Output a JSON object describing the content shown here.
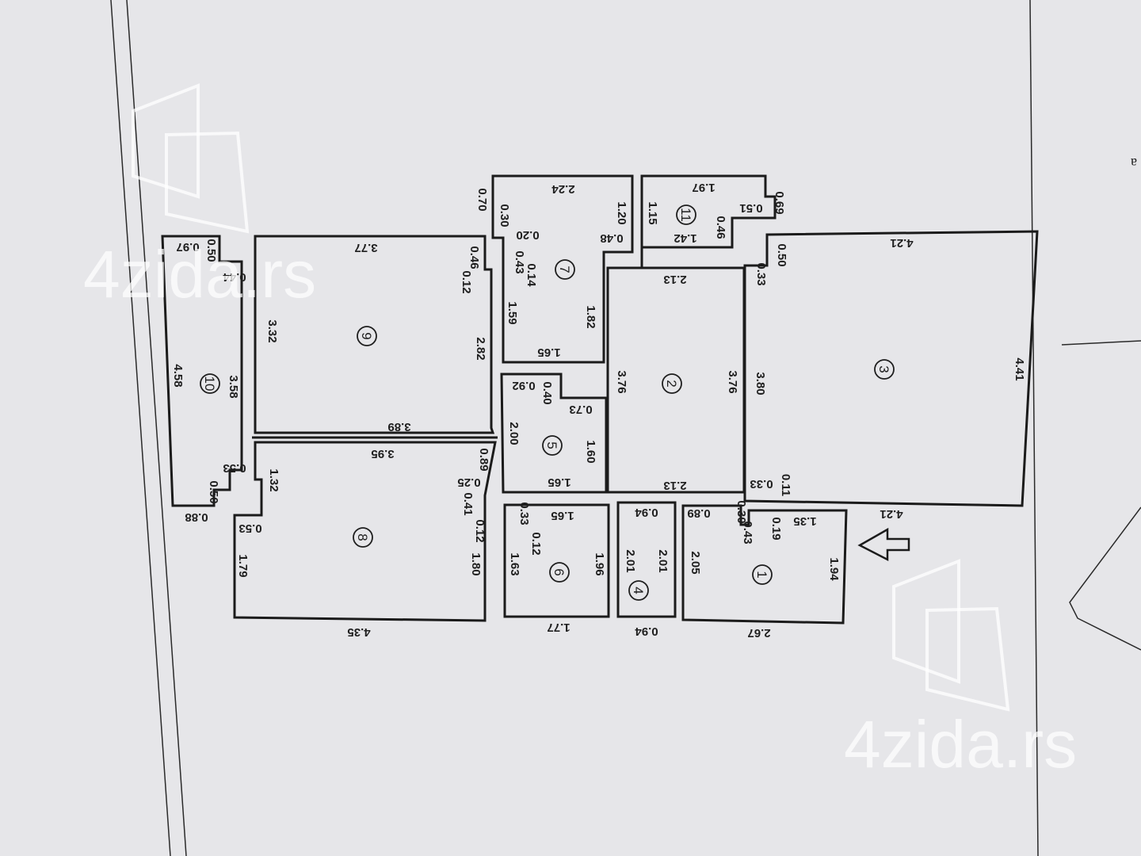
{
  "plan": {
    "rooms": [
      {
        "number": "1"
      },
      {
        "number": "2"
      },
      {
        "number": "3"
      },
      {
        "number": "4"
      },
      {
        "number": "5"
      },
      {
        "number": "6"
      },
      {
        "number": "7"
      },
      {
        "number": "8"
      },
      {
        "number": "9"
      },
      {
        "number": "10"
      },
      {
        "number": "11"
      }
    ],
    "dimensions": {
      "r1": [
        "2.67",
        "1.94",
        "1.35",
        "0.19",
        "0.43",
        "0.30",
        "0.89",
        "2.05"
      ],
      "r2": [
        "2.13",
        "2.13",
        "3.76",
        "3.76"
      ],
      "r3": [
        "4.21",
        "4.21",
        "4.41",
        "3.80",
        "0.50",
        "0.33",
        "0.33",
        "0.11"
      ],
      "r4": [
        "0.94",
        "0.94",
        "2.01",
        "2.01"
      ],
      "r5": [
        "1.65",
        "1.60",
        "0.73",
        "0.40",
        "0.92",
        "2.00",
        "0.25"
      ],
      "r6": [
        "1.65",
        "1.77",
        "1.96",
        "1.63",
        "0.33",
        "0.12"
      ],
      "r7": [
        "2.24",
        "0.70",
        "0.30",
        "0.20",
        "0.43",
        "0.14",
        "1.20",
        "0.48",
        "1.82",
        "1.59",
        "1.65"
      ],
      "r8": [
        "3.95",
        "4.35",
        "1.79",
        "1.80",
        "0.53",
        "1.32",
        "0.89",
        "0.41",
        "0.12"
      ],
      "r9": [
        "3.77",
        "3.89",
        "3.32",
        "2.82",
        "0.46",
        "0.12"
      ],
      "r10": [
        "0.97",
        "0.50",
        "0.44",
        "4.58",
        "3.58",
        "0.53",
        "0.50",
        "0.88"
      ],
      "r11": [
        "1.97",
        "0.69",
        "0.51",
        "0.46",
        "1.42",
        "1.15"
      ]
    },
    "edge_letter": "a"
  },
  "watermark": {
    "text": "4zida.rs"
  }
}
